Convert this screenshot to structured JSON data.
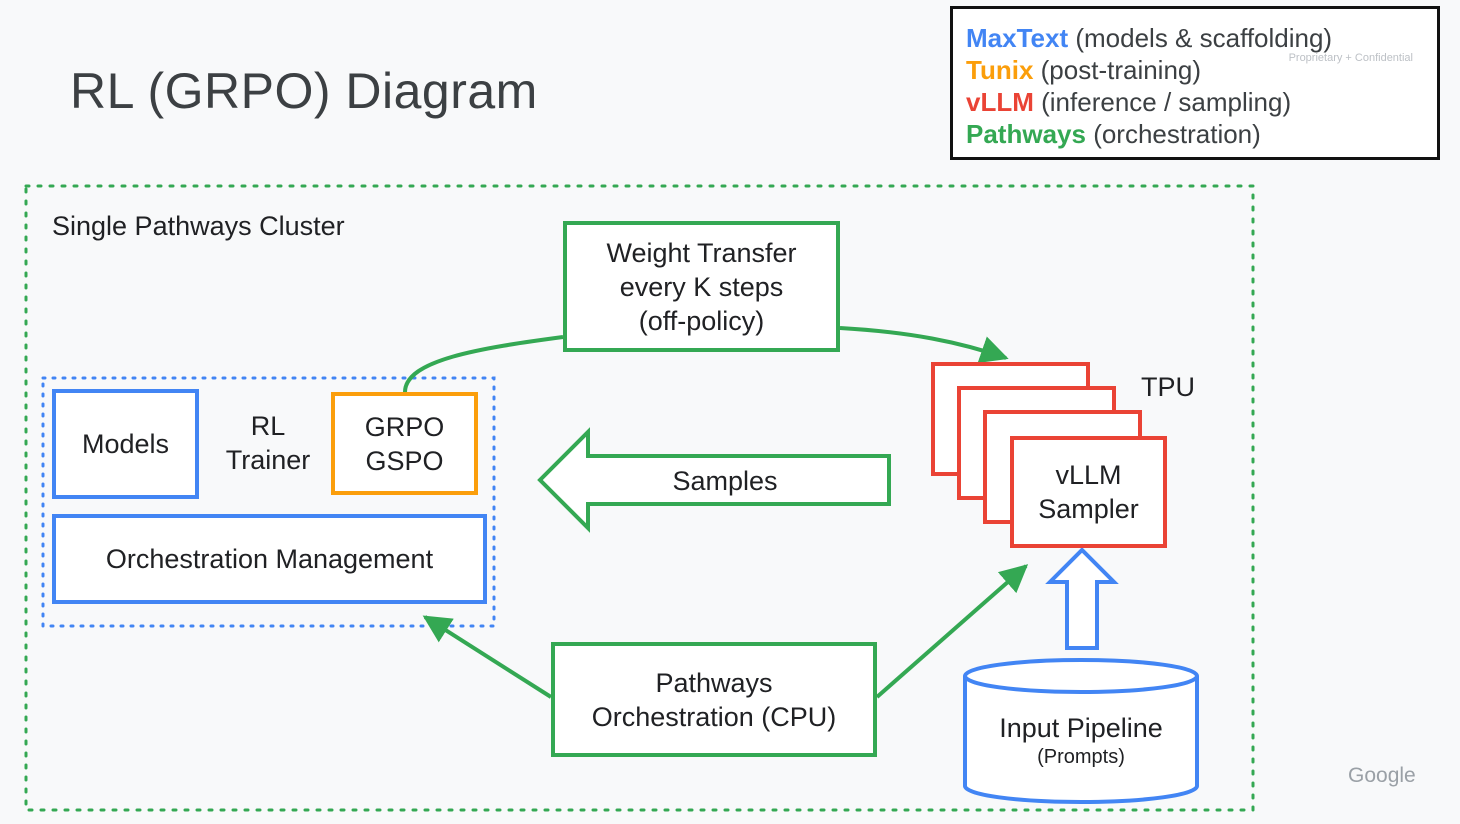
{
  "title": "RL (GRPO) Diagram",
  "legend": {
    "items": [
      {
        "key": "MaxText",
        "desc": "(models & scaffolding)",
        "color": "#4285f4"
      },
      {
        "key": "Tunix",
        "desc": "(post-training)",
        "color": "#fb9e0b"
      },
      {
        "key": "vLLM",
        "desc": "(inference / sampling)",
        "color": "#ea4335"
      },
      {
        "key": "Pathways",
        "desc": "(orchestration)",
        "color": "#34a853"
      }
    ],
    "confidential": "Proprietary + Confidential"
  },
  "cluster_label": "Single Pathways Cluster",
  "weight_transfer": "Weight Transfer\nevery K steps\n(off-policy)",
  "models": "Models",
  "rl_trainer": "RL\nTrainer",
  "grpo": "GRPO\nGSPO",
  "orchestration_management": "Orchestration Management",
  "samples": "Samples",
  "tpu": "TPU",
  "sampler": "vLLM\nSampler",
  "pathways_orchestration": "Pathways\nOrchestration (CPU)",
  "input_pipeline": {
    "title": "Input Pipeline",
    "subtitle": "(Prompts)"
  },
  "brand": "Google",
  "colors": {
    "blue": "#4285f4",
    "green": "#34a853",
    "red": "#ea4335",
    "orange": "#fb9e0b"
  }
}
